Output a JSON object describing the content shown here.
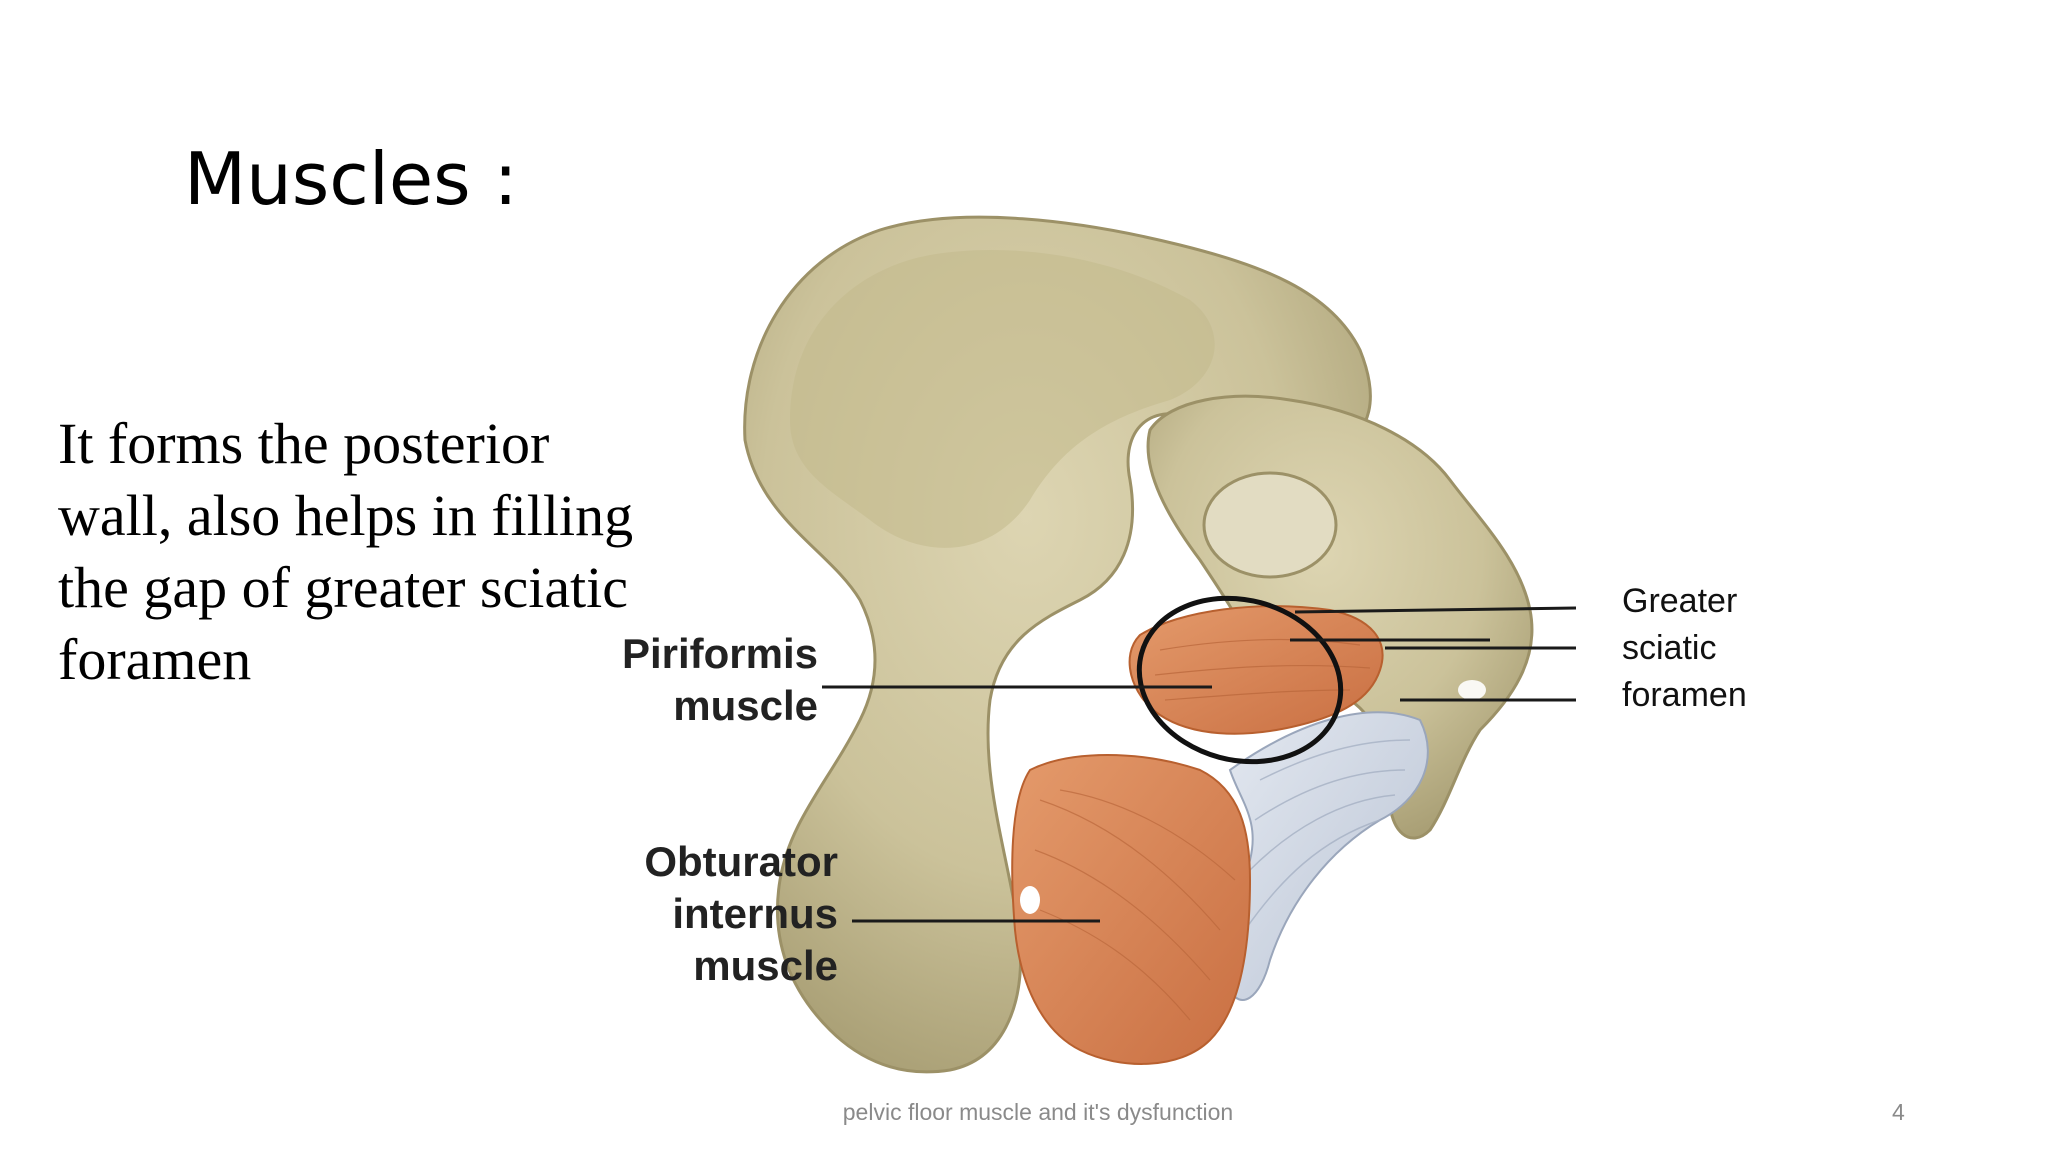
{
  "slide": {
    "title": "Muscles :",
    "body_lines": [
      "It forms the posterior",
      "wall, also helps in filling",
      "the gap of greater sciatic",
      "foramen"
    ],
    "footer": "pelvic floor muscle and it's dysfunction",
    "page_number": "4"
  },
  "figure": {
    "piriformis_label": [
      "Piriformis",
      "muscle"
    ],
    "obturator_label": [
      "Obturator",
      "internus",
      "muscle"
    ],
    "foramen_label": [
      "Greater",
      "sciatic",
      "foramen"
    ],
    "colors": {
      "bone": "#cfc6a0",
      "bone_shadow": "#a89e74",
      "muscle": "#d98556",
      "ligament": "#c9d2e0"
    }
  }
}
